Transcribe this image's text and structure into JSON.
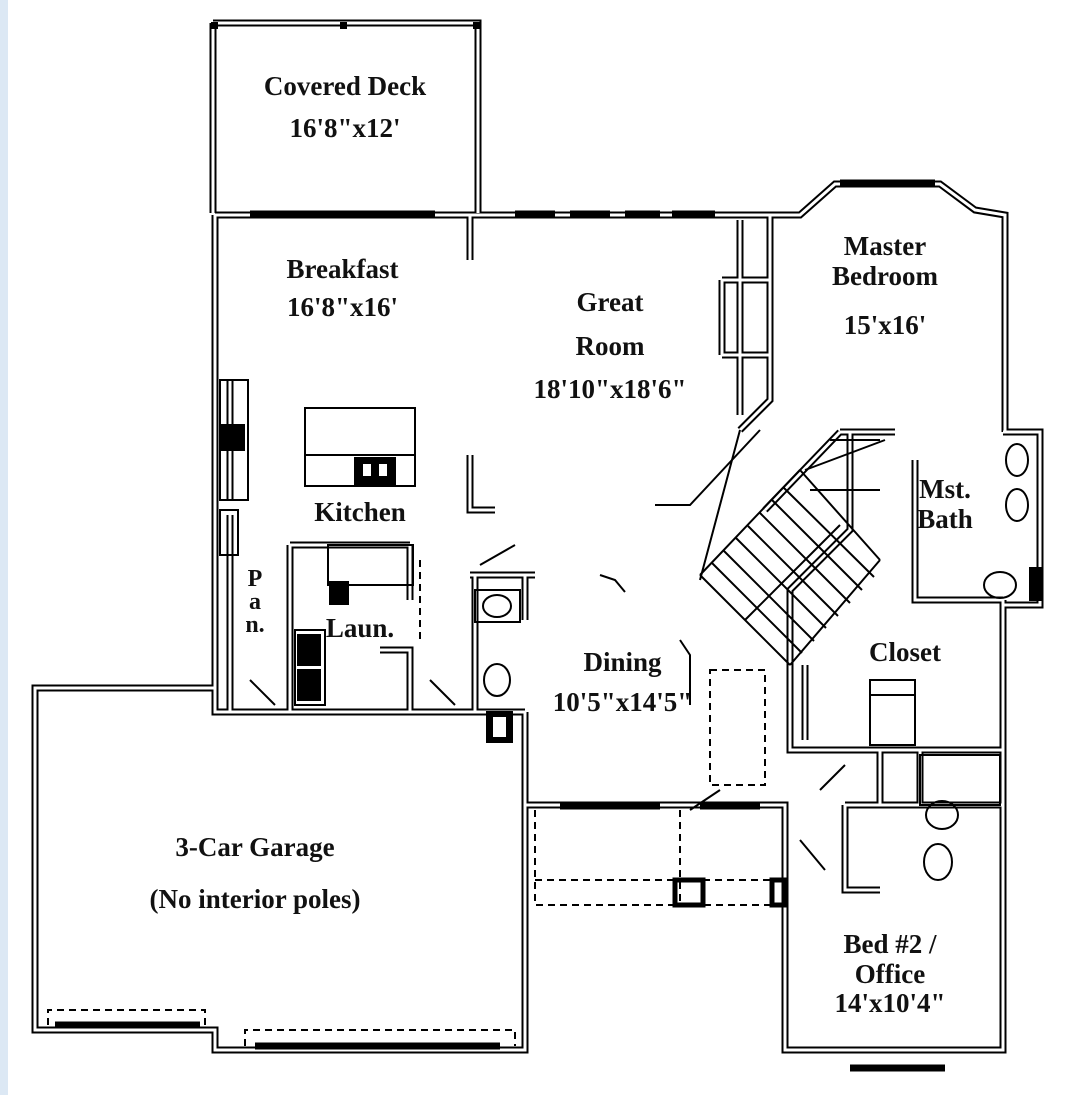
{
  "rooms": {
    "covered_deck": {
      "name": "Covered Deck",
      "size": "16'8\"x12'"
    },
    "breakfast": {
      "name": "Breakfast",
      "size": "16'8\"x16'"
    },
    "great_room": {
      "name": "Great Room",
      "name_line1": "Great",
      "name_line2": "Room",
      "size": "18'10\"x18'6\""
    },
    "master_bedroom": {
      "name_line1": "Master",
      "name_line2": "Bedroom",
      "size": "15'x16'"
    },
    "master_bath": {
      "name_line1": "Mst.",
      "name_line2": "Bath"
    },
    "kitchen": {
      "name": "Kitchen"
    },
    "pantry": {
      "l1": "P",
      "l2": "a",
      "l3": "n."
    },
    "laundry": {
      "name": "Laun."
    },
    "closet": {
      "name": "Closet"
    },
    "dining": {
      "name": "Dining",
      "size": "10'5\"x14'5\""
    },
    "garage": {
      "name": "3-Car Garage",
      "note": "(No interior poles)"
    },
    "bed2": {
      "name_line1": "Bed #2 /",
      "name_line2": "Office",
      "size": "14'x10'4\""
    }
  }
}
